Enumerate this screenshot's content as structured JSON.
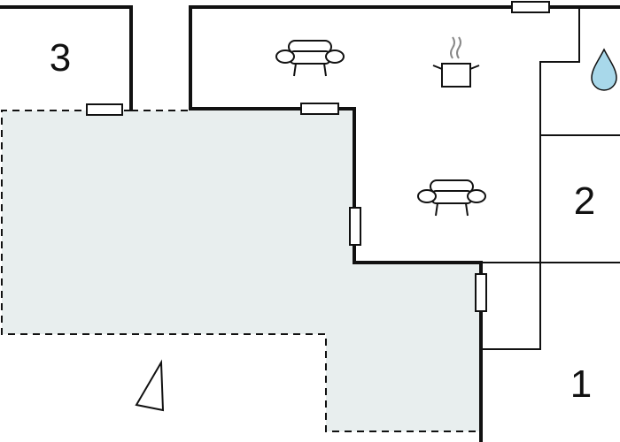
{
  "floor_plan": {
    "rooms": [
      {
        "id": "room-1",
        "label": "1"
      },
      {
        "id": "room-2",
        "label": "2"
      },
      {
        "id": "room-3",
        "label": "3"
      }
    ],
    "icons": [
      "sofa-icon",
      "cooking-pot-icon",
      "water-drop-icon",
      "north-arrow-icon"
    ],
    "colors": {
      "walls": "#111111",
      "terrace_fill": "#e8eeee",
      "water_drop": "#a8d8ea",
      "background": "#ffffff"
    }
  }
}
